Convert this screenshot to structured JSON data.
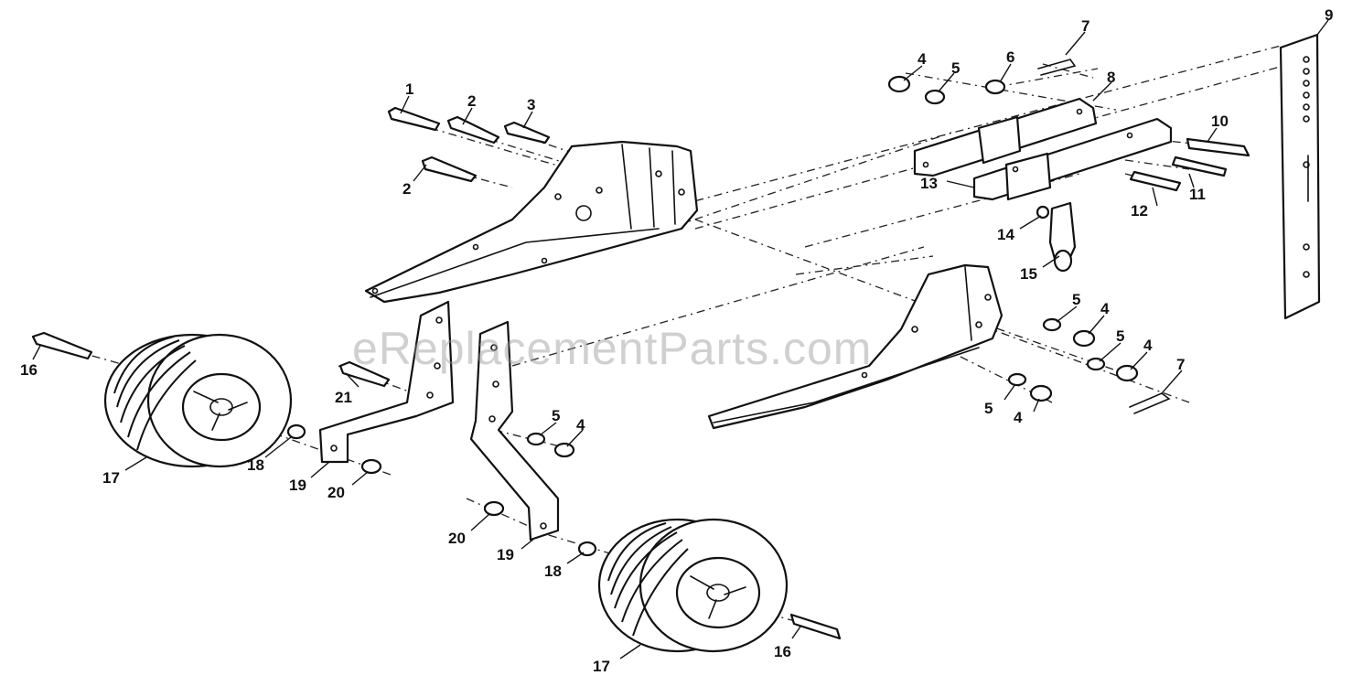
{
  "watermark": "eReplacementParts.com",
  "callouts": [
    {
      "id": "c1",
      "text": "1"
    },
    {
      "id": "c2a",
      "text": "2"
    },
    {
      "id": "c2b",
      "text": "2"
    },
    {
      "id": "c3",
      "text": "3"
    },
    {
      "id": "c4a",
      "text": "4"
    },
    {
      "id": "c4b",
      "text": "4"
    },
    {
      "id": "c4c",
      "text": "4"
    },
    {
      "id": "c4d",
      "text": "4"
    },
    {
      "id": "c4e",
      "text": "4"
    },
    {
      "id": "c5a",
      "text": "5"
    },
    {
      "id": "c5b",
      "text": "5"
    },
    {
      "id": "c5c",
      "text": "5"
    },
    {
      "id": "c5d",
      "text": "5"
    },
    {
      "id": "c5e",
      "text": "5"
    },
    {
      "id": "c6",
      "text": "6"
    },
    {
      "id": "c7a",
      "text": "7"
    },
    {
      "id": "c7b",
      "text": "7"
    },
    {
      "id": "c8",
      "text": "8"
    },
    {
      "id": "c9",
      "text": "9"
    },
    {
      "id": "c10",
      "text": "10"
    },
    {
      "id": "c11",
      "text": "11"
    },
    {
      "id": "c12",
      "text": "12"
    },
    {
      "id": "c13",
      "text": "13"
    },
    {
      "id": "c14",
      "text": "14"
    },
    {
      "id": "c15",
      "text": "15"
    },
    {
      "id": "c16a",
      "text": "16"
    },
    {
      "id": "c16b",
      "text": "16"
    },
    {
      "id": "c17a",
      "text": "17"
    },
    {
      "id": "c17b",
      "text": "17"
    },
    {
      "id": "c18a",
      "text": "18"
    },
    {
      "id": "c18b",
      "text": "18"
    },
    {
      "id": "c19a",
      "text": "19"
    },
    {
      "id": "c19b",
      "text": "19"
    },
    {
      "id": "c20a",
      "text": "20"
    },
    {
      "id": "c20b",
      "text": "20"
    },
    {
      "id": "c21",
      "text": "21"
    }
  ]
}
